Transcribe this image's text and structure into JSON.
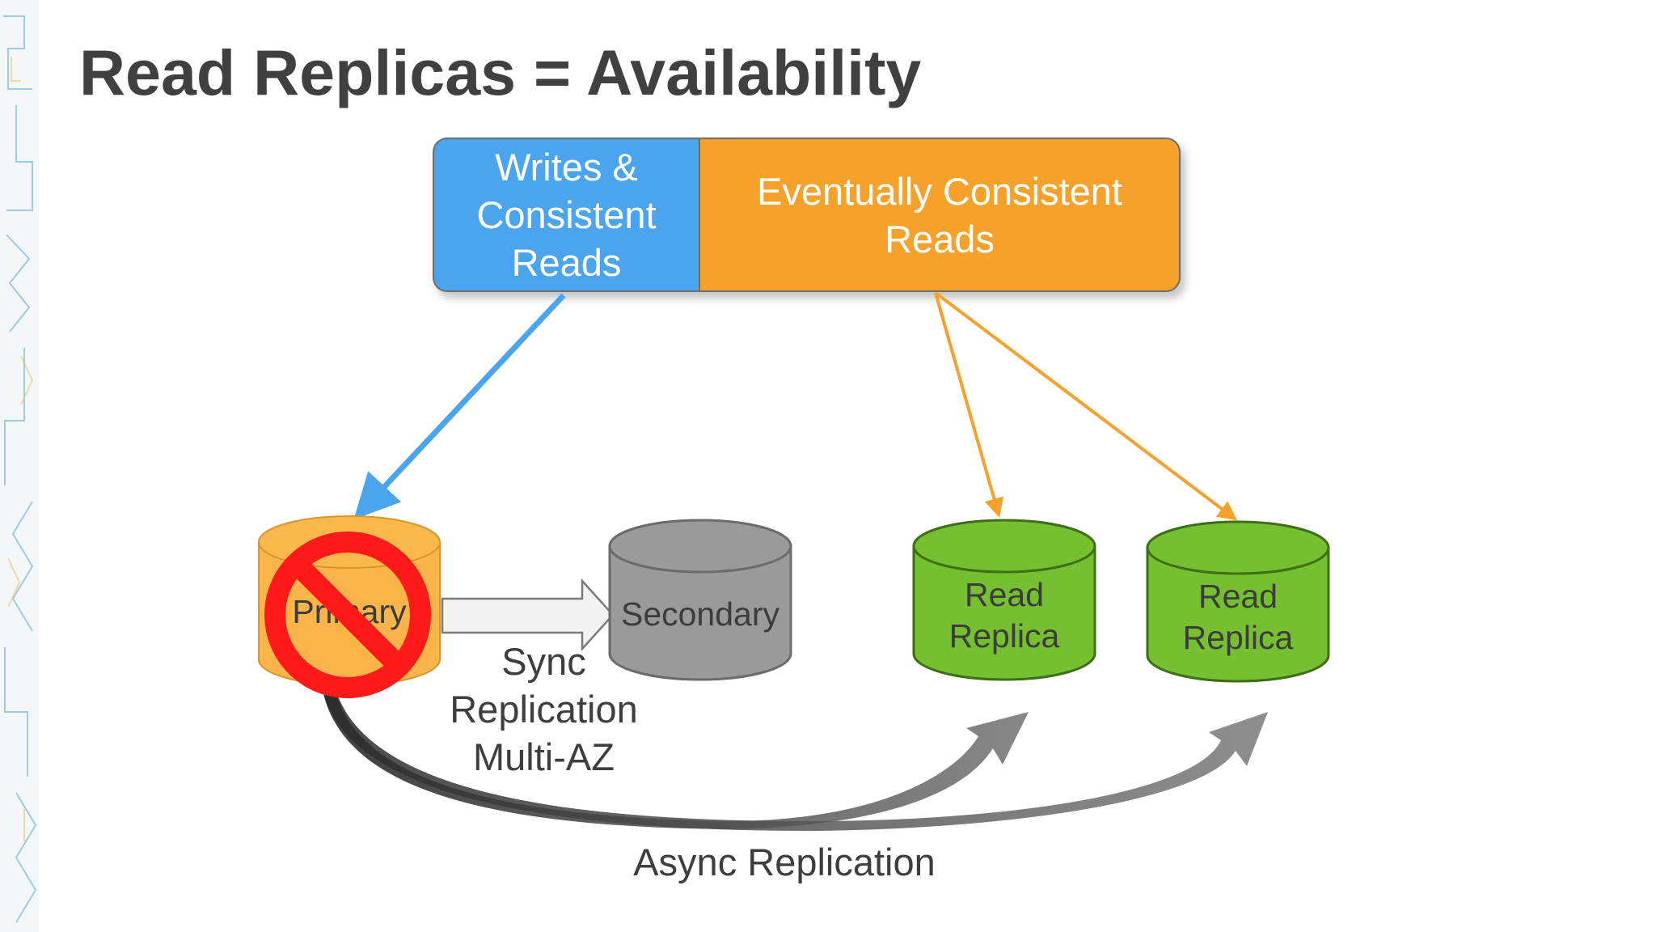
{
  "title": "Read Replicas = Availability",
  "bar": {
    "left_text": "Writes & Consistent Reads",
    "right_text": "Eventually Consistent Reads"
  },
  "nodes": {
    "primary": "Primary",
    "secondary": "Secondary",
    "replica1": "Read Replica",
    "replica2": "Read Replica"
  },
  "labels": {
    "sync": "Sync Replication Multi-AZ",
    "async": "Async Replication"
  },
  "status": {
    "primary_failed": "prohibited-icon"
  },
  "colors": {
    "blue": "#4ba5ee",
    "orange": "#f5a12a",
    "green": "#76bf30",
    "gray": "#9a9a9a",
    "red": "#ff1a1a",
    "title": "#404040"
  }
}
